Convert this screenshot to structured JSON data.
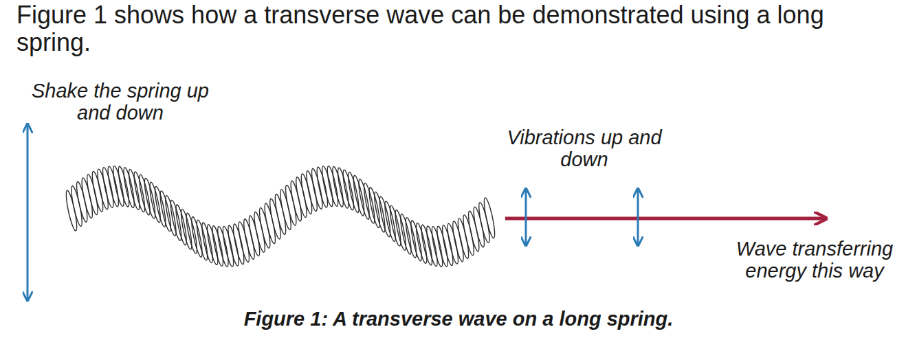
{
  "diagram": {
    "title": "Figure 1 shows how a transverse wave can be demonstrated using a long spring.",
    "caption": "Figure 1: A transverse wave on a long spring.",
    "labels": [
      "Shake the spring up and down",
      "Vibrations up and down",
      "Wave transferring energy this way"
    ]
  }
}
